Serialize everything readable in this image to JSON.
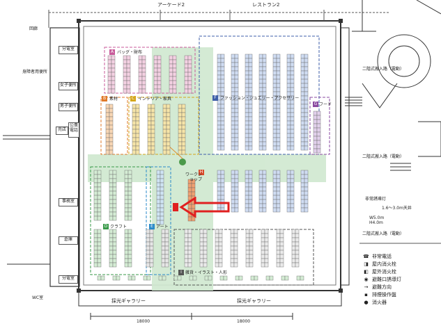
{
  "top_labels": {
    "arcade": "アーケード2",
    "restroom": "レストラン2"
  },
  "left_labels": {
    "hall_left": "回廊",
    "disabled_wc": "身障者用便所",
    "guard_room_top": "分電室",
    "women_wc": "女子便所",
    "men_wc": "男子便所",
    "shop": "売店",
    "public_phone": "公衆電話",
    "office": "事務室",
    "warehouse": "倉庫",
    "guard_room_bottom": "分電室",
    "wc_bottom": "WC室"
  },
  "zones": [
    {
      "id": "A",
      "label": "バッグ・財布",
      "color": "#c85a9a"
    },
    {
      "id": "B",
      "label": "素材",
      "color": "#e07a2a"
    },
    {
      "id": "C",
      "label": "インテリア・家具",
      "color": "#d4a61a"
    },
    {
      "id": "F",
      "label": "ファッション・ジュエリー・アクセサリー",
      "color": "#3f5fa8"
    },
    {
      "id": "G",
      "label": "フード",
      "color": "#8a4aa0"
    },
    {
      "id": "H",
      "label": "ワークショップ",
      "color": "#d84a2a"
    },
    {
      "id": "D",
      "label": "クラフト",
      "color": "#3a9a4a"
    },
    {
      "id": "E",
      "label": "アート",
      "color": "#2a8ac8"
    },
    {
      "id": "I",
      "label": "雑貨・イラスト・人形",
      "color": "#555555"
    }
  ],
  "right_labels": {
    "entrance_north": "二階式搬入路（電動）",
    "entrance_south": "二階式搬入路（電動）",
    "emergency": "非常誘導灯",
    "ceiling_height": "1.6～3.0m天井",
    "size1": "W5.0m",
    "size2": "H4.0m"
  },
  "bottom_labels": {
    "gallery_left": "採光ギャラリー",
    "gallery_right": "採光ギャラリー",
    "dim_left": "18000",
    "dim_right": "18000"
  },
  "legend": [
    {
      "icon": "phone-icon",
      "symbol": "☎",
      "label": "非常電話"
    },
    {
      "icon": "indoor-hydrant-icon",
      "symbol": "◨",
      "label": "屋内消火栓"
    },
    {
      "icon": "outdoor-hydrant-icon",
      "symbol": "◧",
      "label": "屋外消火栓"
    },
    {
      "icon": "exit-light-icon",
      "symbol": "◉",
      "label": "避難口誘導灯"
    },
    {
      "icon": "direction-icon",
      "symbol": "→",
      "label": "避難方向"
    },
    {
      "icon": "operation-panel-icon",
      "symbol": "▪",
      "label": "排煙操作盤"
    },
    {
      "icon": "extinguisher-icon",
      "symbol": "●",
      "label": "消火器"
    }
  ],
  "marker": {
    "label": "",
    "color": "#e02020"
  }
}
